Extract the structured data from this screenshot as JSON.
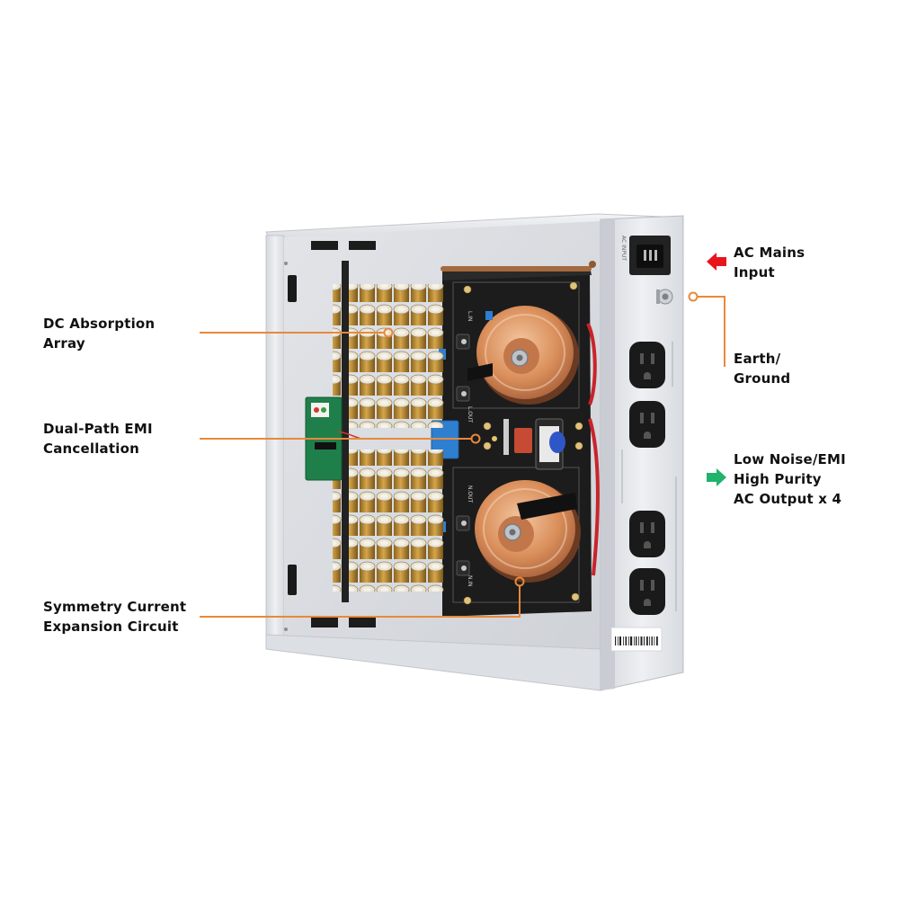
{
  "callouts": {
    "dc_absorption": [
      "DC Absorption",
      "Array"
    ],
    "dual_path_emi": [
      "Dual-Path EMI",
      "Cancellation"
    ],
    "symmetry_current": [
      "Symmetry Current",
      "Expansion Circuit"
    ],
    "ac_mains": [
      "AC Mains",
      "Input"
    ],
    "earth_ground": [
      "Earth/",
      "Ground"
    ],
    "low_noise": [
      "Low Noise/EMI",
      "High Purity",
      "AC Output x 4"
    ]
  },
  "board_marks": {
    "l_in": "L.IN",
    "l_out": "L.OUT",
    "n_out": "N.OUT",
    "n_in": "N.IN",
    "ac_input": "AC INPUT"
  },
  "colors": {
    "leader_line": "#e8893a",
    "arrow_input": "#e8141c",
    "arrow_output": "#1fb36b",
    "chassis": "#e6e8ec",
    "pcb": "#1c1c1c",
    "toroid": "#d98e5a"
  },
  "icons": [
    "arrow-left-icon",
    "arrow-right-icon",
    "outlet-icon",
    "iec-inlet-icon"
  ]
}
